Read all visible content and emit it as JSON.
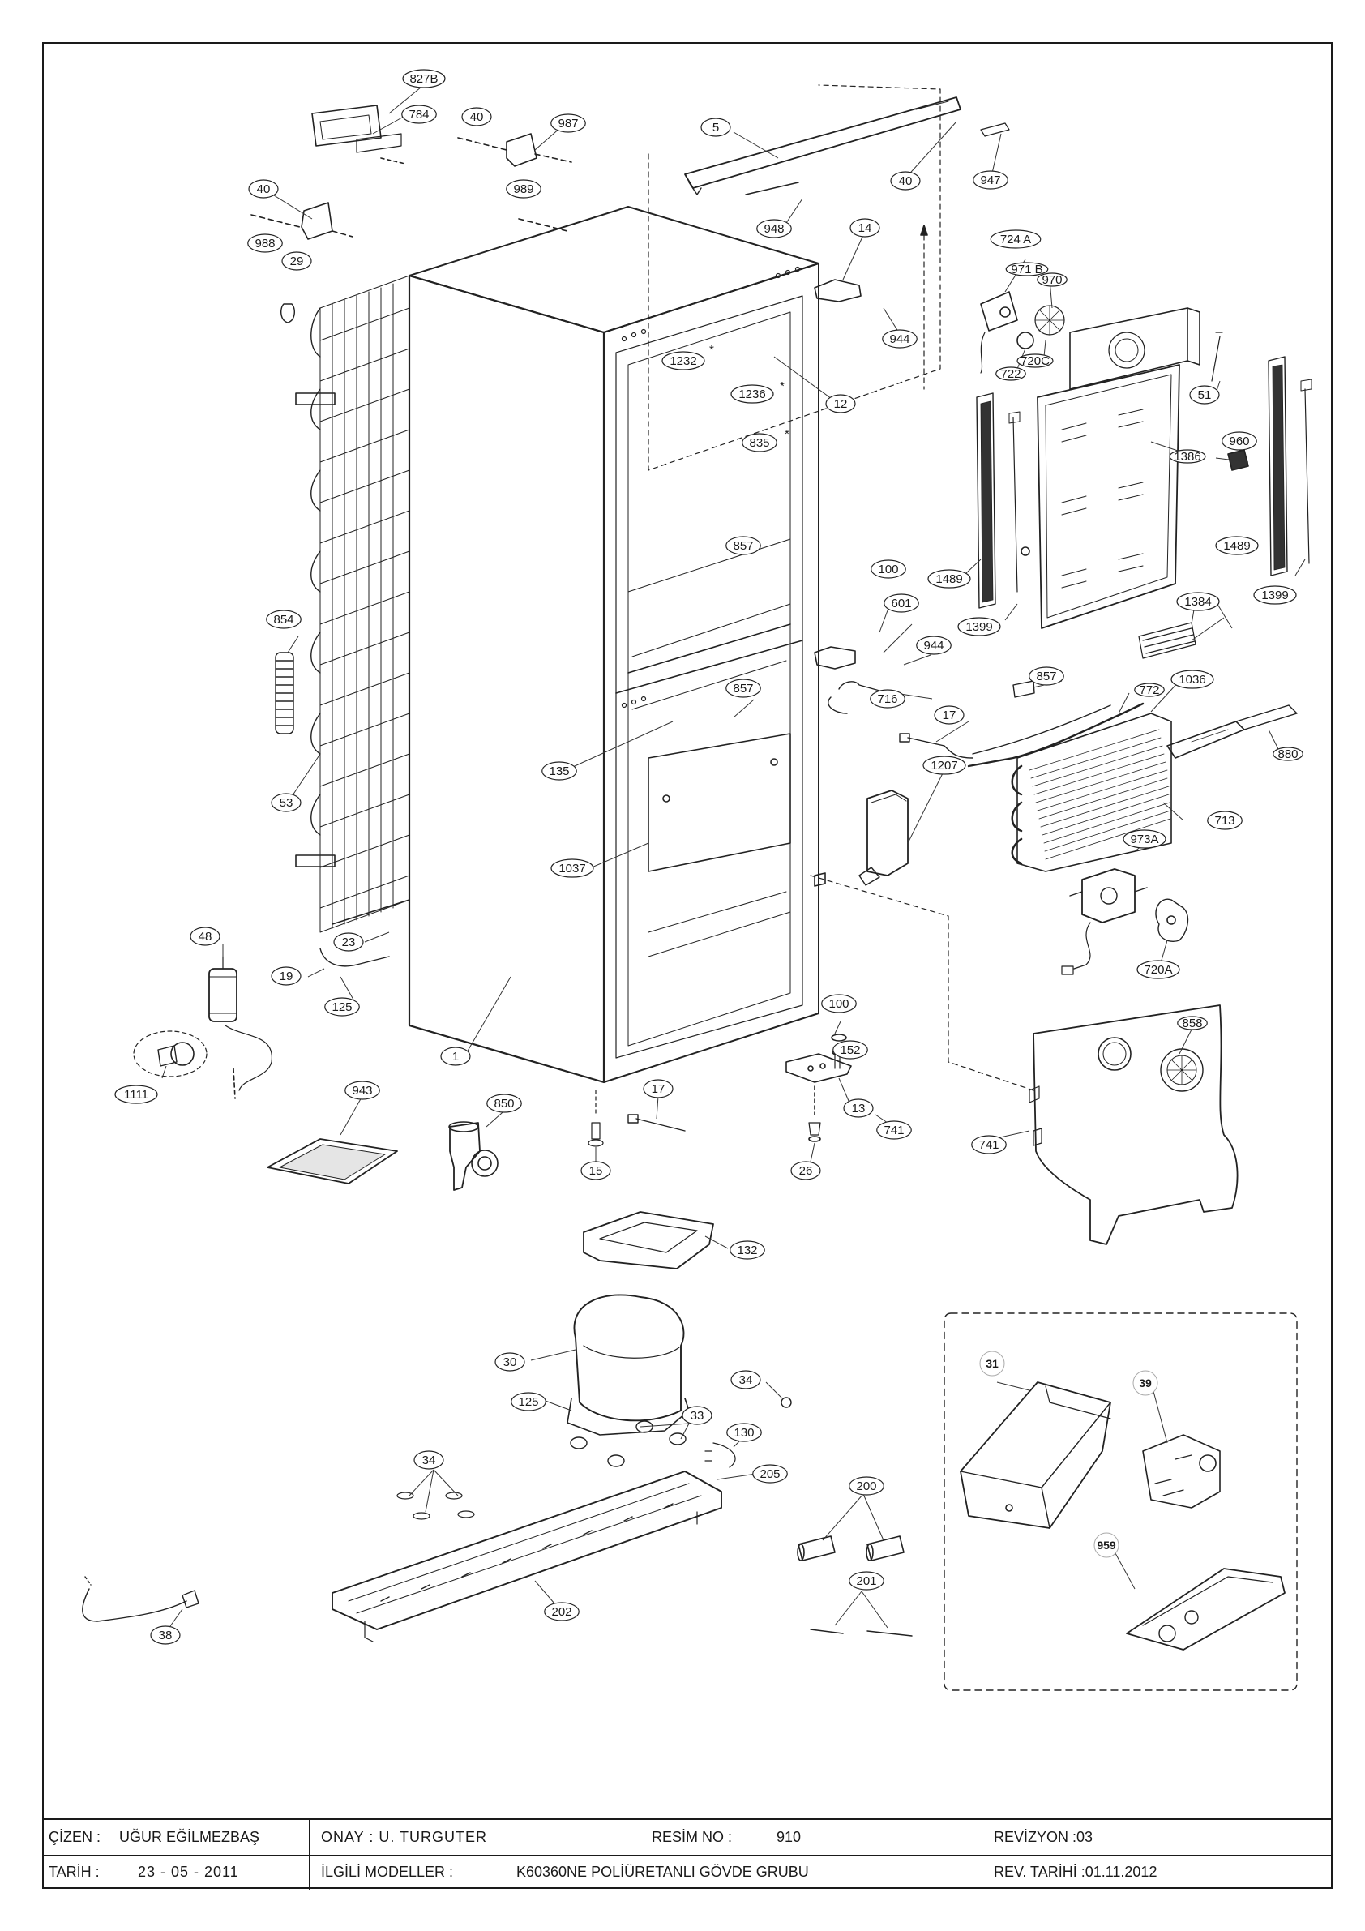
{
  "diagram": {
    "part_callouts": [
      {
        "id": "p827b",
        "label": "827B"
      },
      {
        "id": "p784",
        "label": "784"
      },
      {
        "id": "p40a",
        "label": "40"
      },
      {
        "id": "p987",
        "label": "987"
      },
      {
        "id": "p989",
        "label": "989"
      },
      {
        "id": "p40b",
        "label": "40"
      },
      {
        "id": "p988",
        "label": "988"
      },
      {
        "id": "p29",
        "label": "29"
      },
      {
        "id": "p5",
        "label": "5"
      },
      {
        "id": "p40c",
        "label": "40"
      },
      {
        "id": "p947",
        "label": "947"
      },
      {
        "id": "p948",
        "label": "948"
      },
      {
        "id": "p14",
        "label": "14"
      },
      {
        "id": "p944a",
        "label": "944"
      },
      {
        "id": "p724a",
        "label": "724 A"
      },
      {
        "id": "p971b",
        "label": "971 B"
      },
      {
        "id": "p970",
        "label": "970"
      },
      {
        "id": "p722",
        "label": "722"
      },
      {
        "id": "p720c",
        "label": "720C"
      },
      {
        "id": "p51",
        "label": "51"
      },
      {
        "id": "p1232",
        "label": "1232"
      },
      {
        "id": "p1236",
        "label": "1236"
      },
      {
        "id": "p12",
        "label": "12"
      },
      {
        "id": "p835",
        "label": "835"
      },
      {
        "id": "p960",
        "label": "960"
      },
      {
        "id": "p1386",
        "label": "1386"
      },
      {
        "id": "p857a",
        "label": "857"
      },
      {
        "id": "p100a",
        "label": "100"
      },
      {
        "id": "p1489a",
        "label": "1489"
      },
      {
        "id": "p1489b",
        "label": "1489"
      },
      {
        "id": "p1399a",
        "label": "1399"
      },
      {
        "id": "p1399b",
        "label": "1399"
      },
      {
        "id": "p601",
        "label": "601"
      },
      {
        "id": "p944b",
        "label": "944"
      },
      {
        "id": "p854",
        "label": "854"
      },
      {
        "id": "p1384",
        "label": "1384"
      },
      {
        "id": "p857b",
        "label": "857"
      },
      {
        "id": "p857c",
        "label": "857"
      },
      {
        "id": "p772",
        "label": "772"
      },
      {
        "id": "p1036",
        "label": "1036"
      },
      {
        "id": "p716",
        "label": "716"
      },
      {
        "id": "p17a",
        "label": "17"
      },
      {
        "id": "p880",
        "label": "880"
      },
      {
        "id": "p135",
        "label": "135"
      },
      {
        "id": "p1207",
        "label": "1207"
      },
      {
        "id": "p53",
        "label": "53"
      },
      {
        "id": "p713",
        "label": "713"
      },
      {
        "id": "p973a",
        "label": "973A"
      },
      {
        "id": "p1037",
        "label": "1037"
      },
      {
        "id": "p48",
        "label": "48"
      },
      {
        "id": "p23",
        "label": "23"
      },
      {
        "id": "p19",
        "label": "19"
      },
      {
        "id": "p720a",
        "label": "720A"
      },
      {
        "id": "p125a",
        "label": "125"
      },
      {
        "id": "p1",
        "label": "1"
      },
      {
        "id": "p100b",
        "label": "100"
      },
      {
        "id": "p152",
        "label": "152"
      },
      {
        "id": "p858",
        "label": "858"
      },
      {
        "id": "p1111",
        "label": "1111"
      },
      {
        "id": "p943",
        "label": "943"
      },
      {
        "id": "p850",
        "label": "850"
      },
      {
        "id": "p17b",
        "label": "17"
      },
      {
        "id": "p13",
        "label": "13"
      },
      {
        "id": "p741a",
        "label": "741"
      },
      {
        "id": "p741b",
        "label": "741"
      },
      {
        "id": "p15",
        "label": "15"
      },
      {
        "id": "p26",
        "label": "26"
      },
      {
        "id": "p132",
        "label": "132"
      },
      {
        "id": "p30",
        "label": "30"
      },
      {
        "id": "p34a",
        "label": "34"
      },
      {
        "id": "p125b",
        "label": "125"
      },
      {
        "id": "p33",
        "label": "33"
      },
      {
        "id": "p130",
        "label": "130"
      },
      {
        "id": "p34b",
        "label": "34"
      },
      {
        "id": "p205",
        "label": "205"
      },
      {
        "id": "p200",
        "label": "200"
      },
      {
        "id": "p202",
        "label": "202"
      },
      {
        "id": "p201",
        "label": "201"
      },
      {
        "id": "p38",
        "label": "38"
      },
      {
        "id": "p31",
        "label": "31"
      },
      {
        "id": "p39",
        "label": "39"
      },
      {
        "id": "p959",
        "label": "959"
      }
    ],
    "asterisk": "*"
  },
  "title_block": {
    "drawn_by_label": "ÇİZEN :",
    "drawn_by": "UĞUR EĞİLMEZBAŞ",
    "approved_by": "ONAY : U. TURGUTER",
    "drawing_no_label": "RESİM NO :",
    "drawing_no": "910",
    "revision": "REVİZYON :03",
    "date_label": "TARİH :",
    "date": "23 - 05 - 2011",
    "related_models_label": "İLGİLİ MODELLER :",
    "related_models": "K60360NE POLİÜRETANLI GÖVDE GRUBU",
    "revision_date": "REV. TARİHİ :01.11.2012"
  }
}
